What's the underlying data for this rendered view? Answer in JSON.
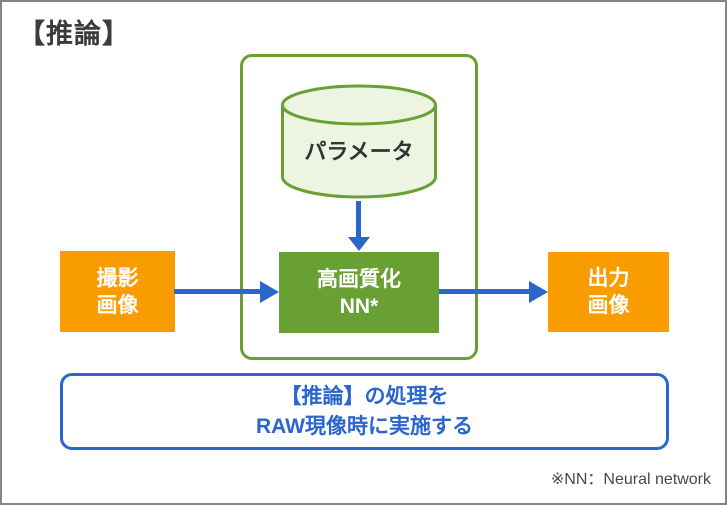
{
  "title": "【推論】",
  "colors": {
    "frame_border": "#858585",
    "green": "#69A033",
    "green_light_fill": "#EDF4E1",
    "orange": "#F99C00",
    "blue": "#2B66CC",
    "title_text": "#3c3c3c",
    "node_text": "#ffffff",
    "cylinder_text": "#333333",
    "footnote_text": "#484848"
  },
  "nodes": {
    "parameter_cylinder": {
      "label": "パラメータ"
    },
    "input_box": {
      "line1": "撮影",
      "line2": "画像"
    },
    "nn_box": {
      "line1": "高画質化",
      "line2": "NN*"
    },
    "output_box": {
      "line1": "出力",
      "line2": "画像"
    }
  },
  "callout": {
    "line1": "【推論】の処理を",
    "line2": "RAW現像時に実施する"
  },
  "footnote": "※NN：Neural network"
}
